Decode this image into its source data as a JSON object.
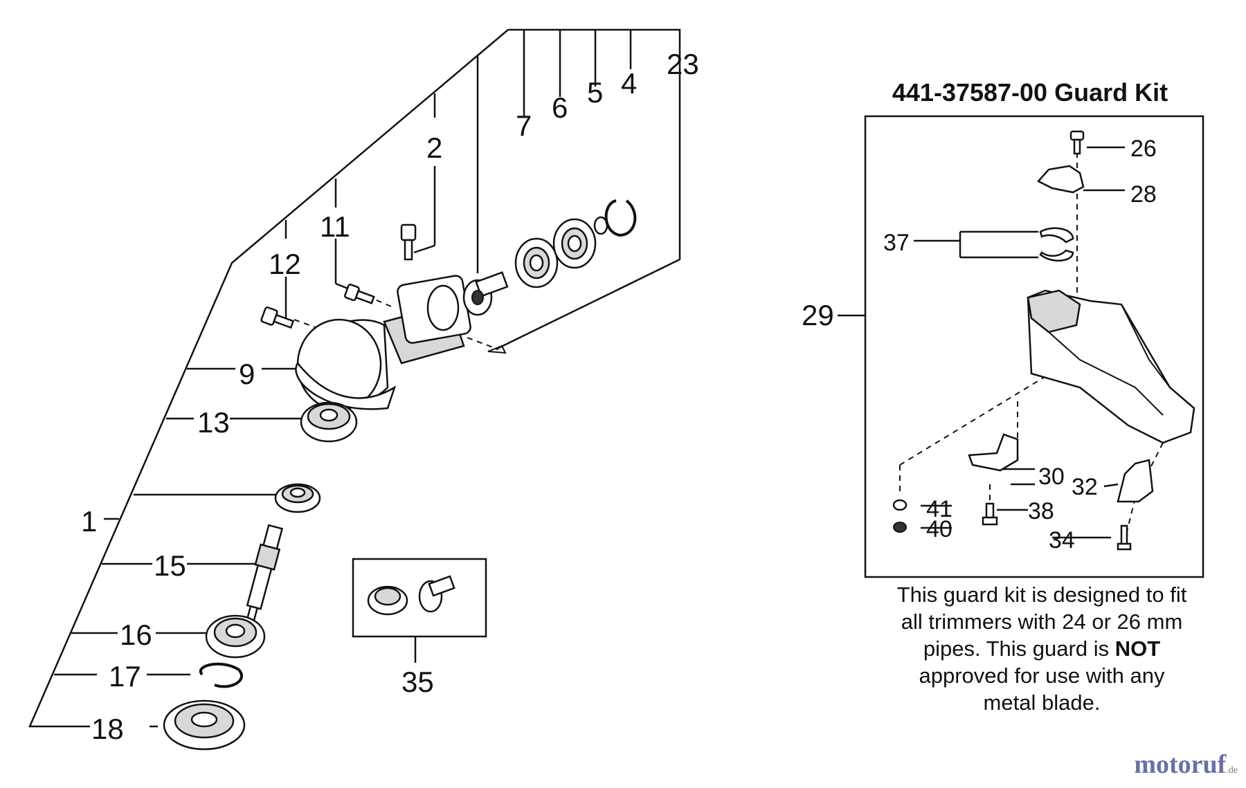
{
  "kit": {
    "title": "441-37587-00 Guard Kit",
    "note_line1": "This guard kit is designed to fit",
    "note_line2": "all trimmers with 24 or 26 mm",
    "note_line3a": "pipes. This guard is ",
    "note_bold": "NOT",
    "note_line4": "approved for use with any",
    "note_line5": "metal blade."
  },
  "callouts": {
    "c1": "1",
    "c2": "2",
    "c4": "4",
    "c5": "5",
    "c6": "6",
    "c7": "7",
    "c9": "9",
    "c11": "11",
    "c12": "12",
    "c13": "13",
    "c15": "15",
    "c16": "16",
    "c17": "17",
    "c18": "18",
    "c23": "23",
    "c26": "26",
    "c28": "28",
    "c29": "29",
    "c30": "30",
    "c32": "32",
    "c34": "34",
    "c35": "35",
    "c37": "37",
    "c38": "38",
    "c40": "40",
    "c41": "41"
  },
  "watermark": {
    "main": "motoruf",
    "suffix": ".de"
  }
}
